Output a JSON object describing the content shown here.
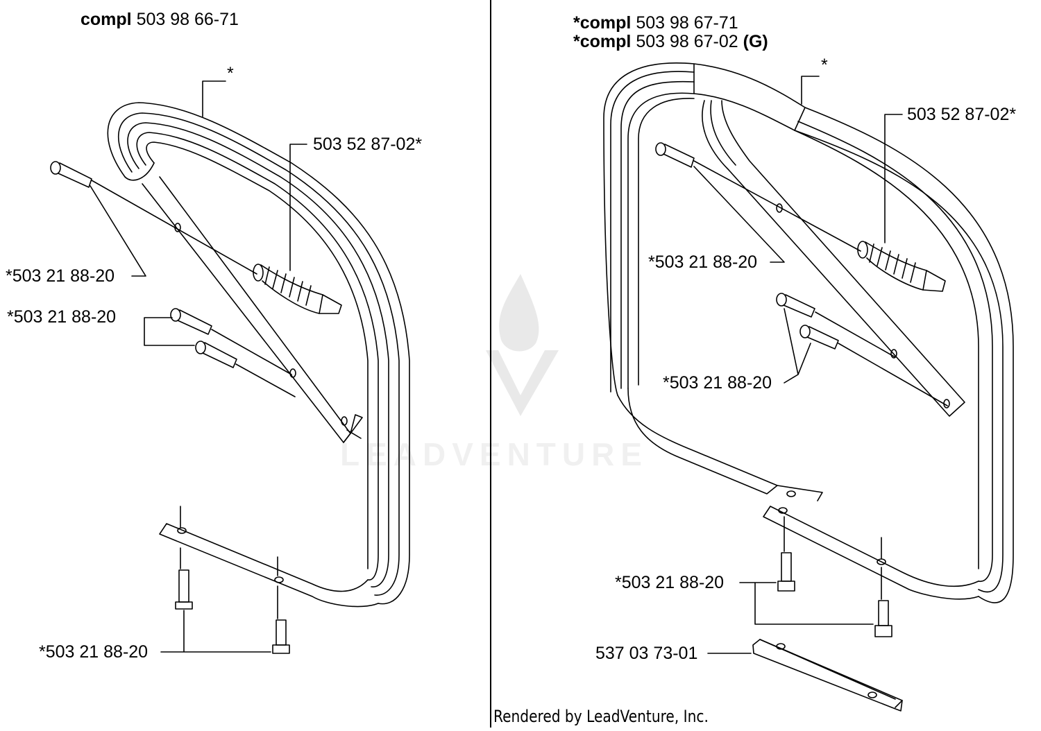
{
  "left_panel": {
    "heading": {
      "bold": "compl",
      "number": "503 98 66-71"
    },
    "callouts": {
      "star": "*",
      "antivibe": "503 52 87-02*",
      "screw_upper": "*503 21 88-20",
      "screw_pair": "*503 21 88-20",
      "screw_bottom": "*503 21 88-20"
    }
  },
  "right_panel": {
    "heading_1": {
      "bold": "*compl",
      "number": "503 98 67-71"
    },
    "heading_2": {
      "bold": "*compl",
      "number": "503 98 67-02",
      "suffix": "(G)"
    },
    "callouts": {
      "star": "*",
      "antivibe": "503 52 87-02*",
      "screw_upper": "*503 21 88-20",
      "screw_pair": "*503 21 88-20",
      "screw_bottom": "*503 21 88-20",
      "plate": "537 03 73-01"
    }
  },
  "footer": "Rendered by LeadVenture, Inc.",
  "watermark": "LEADVENTURE",
  "colors": {
    "ink": "#000000",
    "paper": "#ffffff",
    "watermark": "#e6e6e6"
  }
}
